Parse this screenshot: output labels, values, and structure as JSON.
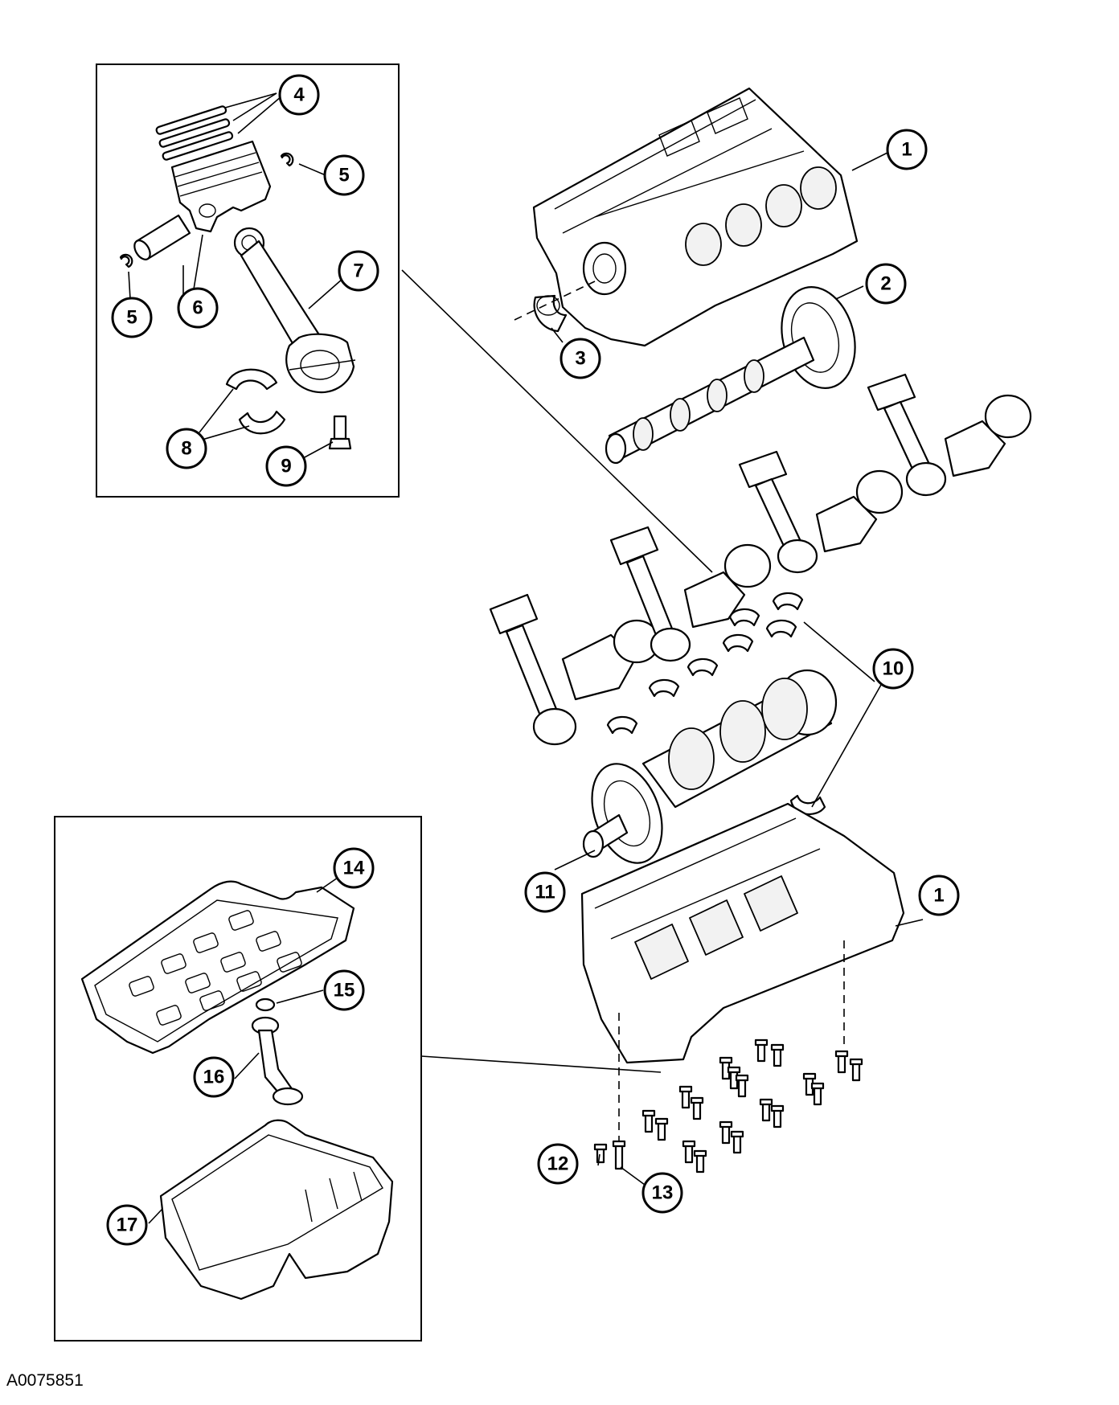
{
  "figure_id": "A0075851",
  "callouts": [
    "1",
    "2",
    "3",
    "4",
    "5",
    "5",
    "6",
    "7",
    "8",
    "9",
    "10",
    "11",
    "1",
    "12",
    "13",
    "14",
    "15",
    "16",
    "17"
  ]
}
